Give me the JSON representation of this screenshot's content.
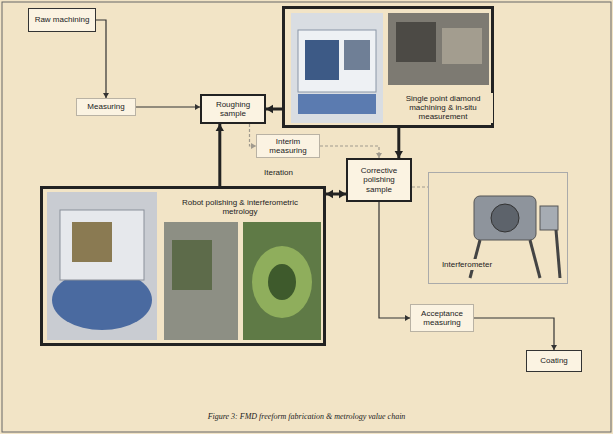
{
  "diagram": {
    "caption": "Figure 3: FMD freeform fabrication & metrology value chain",
    "nodes": [
      {
        "text": [
          "Raw machining"
        ]
      },
      {
        "text": [
          "Measuring"
        ]
      },
      {
        "text": [
          "Roughing sample"
        ]
      },
      {
        "text": [
          "Single point diamond machining & in-situ measurement"
        ]
      },
      {
        "text": [
          "Interim measuring"
        ]
      },
      {
        "text": [
          "Corrective polishing sample"
        ]
      },
      {
        "text": [
          "Robot polishing & interferometric metrology"
        ]
      },
      {
        "text": [
          "Interferometer"
        ]
      },
      {
        "text": [
          "Acceptance measuring"
        ]
      },
      {
        "text": [
          "Coating"
        ]
      }
    ],
    "edges": [
      {
        "from": 0,
        "to": 1,
        "arrow": "to"
      },
      {
        "from": 1,
        "to": 2,
        "arrow": "to"
      },
      {
        "from": 3,
        "to": 2,
        "arrow": "to"
      },
      {
        "from": 2,
        "to": 4,
        "arrow": "to"
      },
      {
        "from": 4,
        "to": 5,
        "arrow": "to"
      },
      {
        "from": 3,
        "to": 5,
        "arrow": "to"
      },
      {
        "from": 6,
        "to": 2,
        "arrow": "to"
      },
      {
        "from": 6,
        "to": 5,
        "arrow": "both"
      },
      {
        "from": 5,
        "to": 7,
        "arrow": "none"
      },
      {
        "from": 5,
        "to": 8,
        "arrow": "to"
      },
      {
        "from": 8,
        "to": 9,
        "arrow": "to"
      }
    ],
    "labels": [
      "Iteration"
    ]
  }
}
